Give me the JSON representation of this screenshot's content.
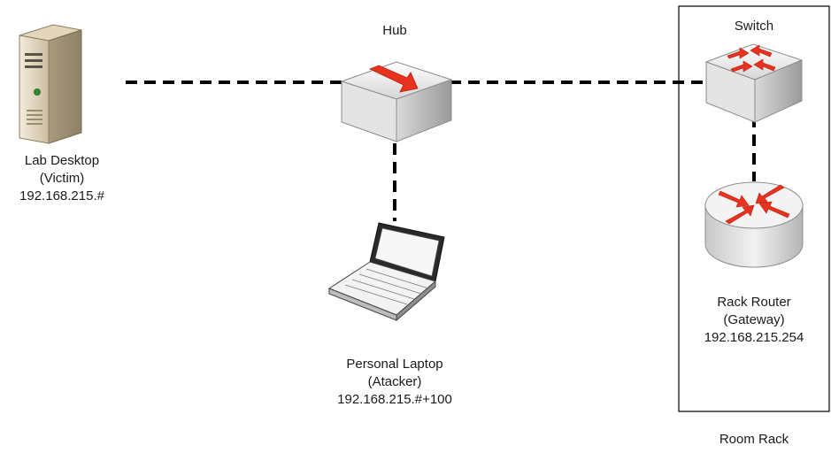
{
  "nodes": {
    "desktop": {
      "name": "Lab Desktop",
      "role": "(Victim)",
      "ip": "192.168.215.#",
      "icon": "server-tower-icon"
    },
    "hub": {
      "name": "Hub",
      "icon": "hub-icon"
    },
    "laptop": {
      "name": "Personal Laptop",
      "role": "(Atacker)",
      "ip": "192.168.215.#+100",
      "icon": "laptop-icon"
    },
    "switch": {
      "name": "Switch",
      "icon": "switch-icon"
    },
    "router": {
      "name": "Rack Router",
      "role": "(Gateway)",
      "ip": "192.168.215.254",
      "icon": "router-icon"
    }
  },
  "rack": {
    "label": "Room Rack"
  },
  "links": [
    {
      "from": "desktop",
      "to": "hub",
      "style": "dashed"
    },
    {
      "from": "hub",
      "to": "switch",
      "style": "dashed"
    },
    {
      "from": "hub",
      "to": "laptop",
      "style": "dashed"
    },
    {
      "from": "switch",
      "to": "router",
      "style": "dashed"
    }
  ],
  "colors": {
    "arrow": "#e8321e",
    "link": "#000000",
    "device_face": "#dcdcdc",
    "tower": "#e9dcc4"
  }
}
